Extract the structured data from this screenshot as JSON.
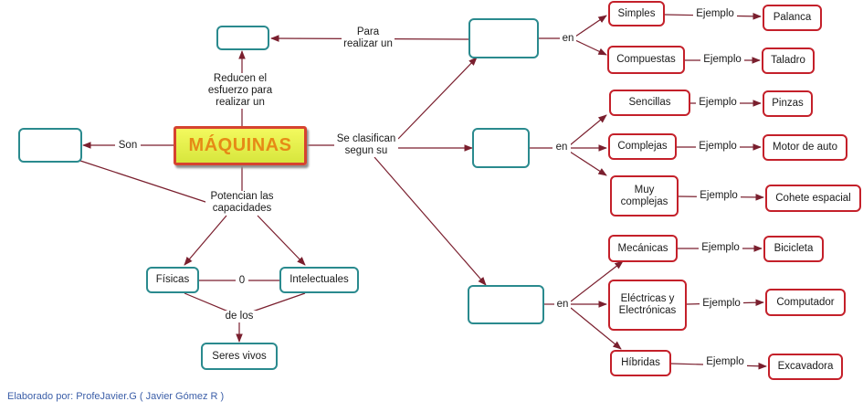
{
  "main": "MÁQUINAS",
  "nodes": {
    "fisicas": "Físicas",
    "intelectuales": "Intelectuales",
    "seres_vivos": "Seres vivos",
    "simples": "Simples",
    "compuestas": "Compuestas",
    "sencillas": "Sencillas",
    "complejas": "Complejas",
    "muy_complejas": "Muy complejas",
    "mecanicas": "Mecánicas",
    "electricas": "Eléctricas y Electrónicas",
    "hibridas": "Híbridas",
    "palanca": "Palanca",
    "taladro": "Taladro",
    "pinzas": "Pinzas",
    "motor": "Motor de auto",
    "cohete": "Cohete espacial",
    "bicicleta": "Bicicleta",
    "computador": "Computador",
    "excavadora": "Excavadora"
  },
  "labels": {
    "para": "Para realizar un",
    "reducen": "Reducen el esfuerzo para realizar un",
    "son": "Son",
    "se_clasifican": "Se clasifican segun su",
    "potencian": "Potencian las capacidades",
    "o": "0",
    "de_los": "de los",
    "en_1": "en",
    "en_2": "en",
    "en_3": "en",
    "ejemplo_1": "Ejemplo",
    "ejemplo_2": "Ejemplo",
    "ejemplo_3": "Ejemplo",
    "ejemplo_4": "Ejemplo",
    "ejemplo_5": "Ejemplo",
    "ejemplo_6": "Ejemplo",
    "ejemplo_7": "Ejemplo",
    "ejemplo_8": "Ejemplo"
  },
  "footer": "Elaborado por: ProfeJavier.G ( Javier Gómez R )",
  "colors": {
    "teal_border": "#2a8a8e",
    "red_border": "#c4202a",
    "link": "#7a1f2e",
    "main_text": "#e68a16",
    "footer_text": "#3b5ea8"
  }
}
